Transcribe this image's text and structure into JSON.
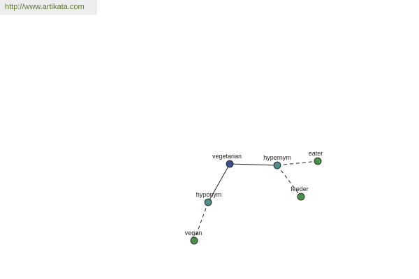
{
  "watermark": {
    "text": "http://www.artikata.com"
  },
  "graph": {
    "nodes": [
      {
        "id": "vegetarian",
        "label": "vegetarian",
        "color": "#3d4f8c"
      },
      {
        "id": "hypernym",
        "label": "hypernym",
        "color": "#4f8c8c"
      },
      {
        "id": "hyponym",
        "label": "hyponym",
        "color": "#4f8c8c"
      },
      {
        "id": "eater",
        "label": "eater",
        "color": "#4a8f4a"
      },
      {
        "id": "feeder",
        "label": "feeder",
        "color": "#4a8f4a"
      },
      {
        "id": "vegan",
        "label": "vegan",
        "color": "#4a8f4a"
      }
    ],
    "edges": [
      {
        "from": "vegetarian",
        "to": "hypernym",
        "style": "solid"
      },
      {
        "from": "vegetarian",
        "to": "hyponym",
        "style": "solid"
      },
      {
        "from": "hypernym",
        "to": "eater",
        "style": "dashed"
      },
      {
        "from": "hypernym",
        "to": "feeder",
        "style": "dashed"
      },
      {
        "from": "hyponym",
        "to": "vegan",
        "style": "dashed"
      }
    ]
  }
}
